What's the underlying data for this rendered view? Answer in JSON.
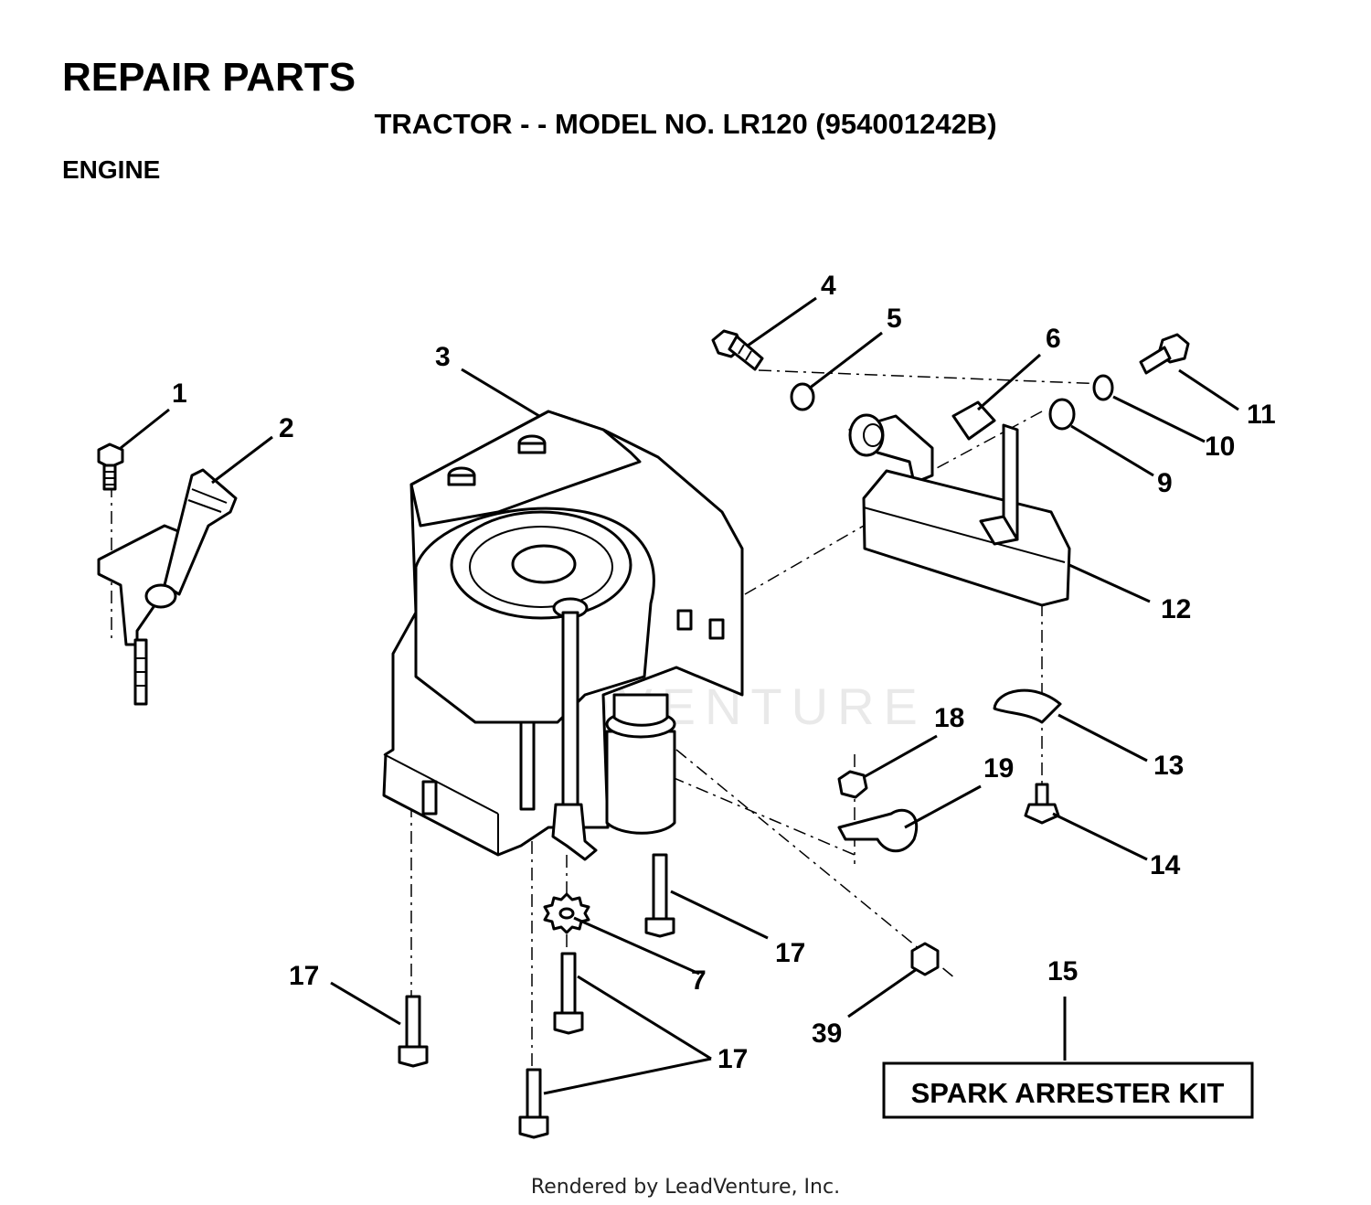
{
  "header": {
    "title": "REPAIR PARTS",
    "subtitle": "TRACTOR - - MODEL NO. LR120 (954001242B)",
    "section": "ENGINE"
  },
  "callouts": [
    {
      "id": "c1",
      "label": "1"
    },
    {
      "id": "c2",
      "label": "2"
    },
    {
      "id": "c3",
      "label": "3"
    },
    {
      "id": "c4",
      "label": "4"
    },
    {
      "id": "c5",
      "label": "5"
    },
    {
      "id": "c6",
      "label": "6"
    },
    {
      "id": "c7",
      "label": "7"
    },
    {
      "id": "c9",
      "label": "9"
    },
    {
      "id": "c10",
      "label": "10"
    },
    {
      "id": "c11",
      "label": "11"
    },
    {
      "id": "c12",
      "label": "12"
    },
    {
      "id": "c13",
      "label": "13"
    },
    {
      "id": "c14",
      "label": "14"
    },
    {
      "id": "c15",
      "label": "15"
    },
    {
      "id": "c17a",
      "label": "17"
    },
    {
      "id": "c17b",
      "label": "17"
    },
    {
      "id": "c17c",
      "label": "17"
    },
    {
      "id": "c18",
      "label": "18"
    },
    {
      "id": "c19",
      "label": "19"
    },
    {
      "id": "c39",
      "label": "39"
    }
  ],
  "kit_label": "SPARK ARRESTER KIT",
  "watermark": "LEADVENTURE",
  "footer": "Rendered by LeadVenture, Inc."
}
